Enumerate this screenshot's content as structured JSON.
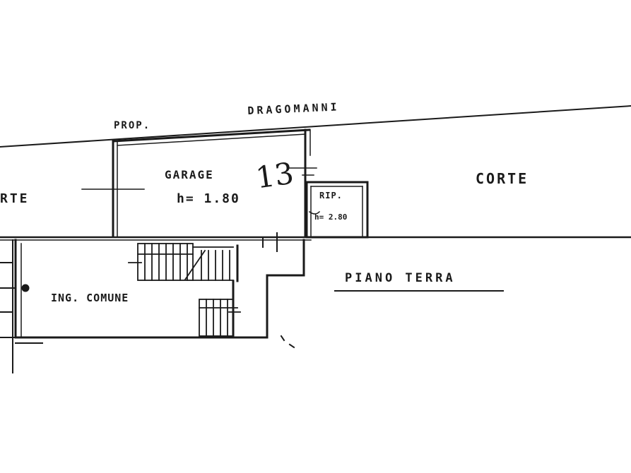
{
  "labels": {
    "prop": "PROP.",
    "neighbor": "DRAGOMANNI",
    "garage": "GARAGE",
    "garage_height": "h= 1.80",
    "sheet_number": "13",
    "rip": "RIP.",
    "rip_height": "h= 2.80",
    "corte_right": "CORTE",
    "corte_left": "RTE",
    "ingresso": "ING. COMUNE",
    "floor_title": "PIANO TERRA"
  },
  "colors": {
    "ink": "#1a1a1a",
    "paper": "#ffffff"
  }
}
